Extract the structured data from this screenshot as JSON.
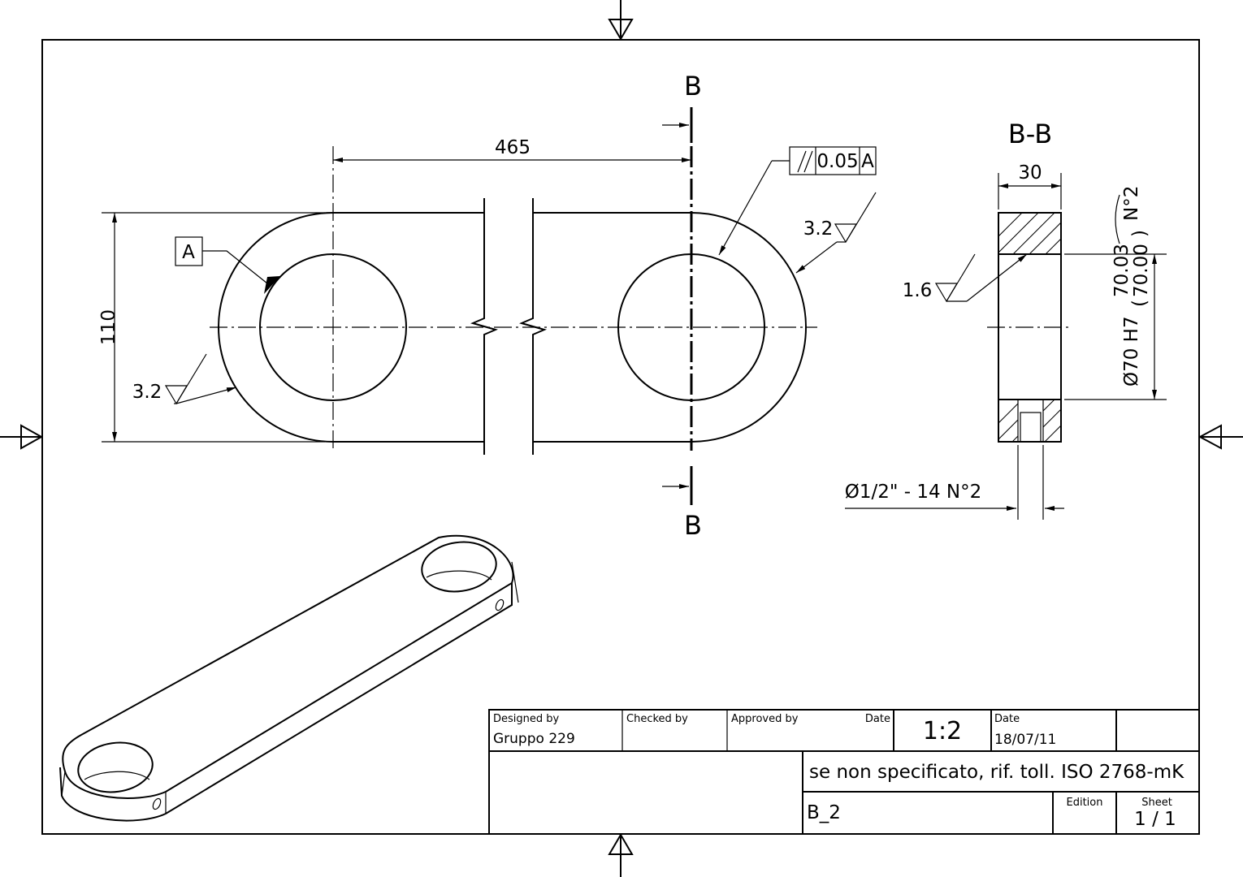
{
  "drawing": {
    "dim_length": "465",
    "dim_height": "110",
    "section_letter_top": "B",
    "section_letter_bottom": "B",
    "datum": "A",
    "tolerance_symbol": "//",
    "tolerance_value": "0.05",
    "tolerance_datum": "A",
    "roughness_outer_right": "3.2",
    "roughness_outer_left": "3.2",
    "section_title": "B-B",
    "dim_width": "30",
    "roughness_bore": "1.6",
    "bore_dim": "Ø70 H7",
    "bore_upper": "70.03",
    "bore_lower": "70.00",
    "bore_qty": "N°2",
    "thread_note": "Ø1/2\" - 14 N°2"
  },
  "title_block": {
    "designed_by_label": "Designed by",
    "designed_by_value": "Gruppo 229",
    "checked_by_label": "Checked by",
    "approved_by_label": "Approved by",
    "date_label_1": "Date",
    "scale": "1:2",
    "date_label_2": "Date",
    "date_value": "18/07/11",
    "tolerance_note": "se non specificato, rif. toll. ISO 2768-mK",
    "drawing_number": "B_2",
    "edition_label": "Edition",
    "sheet_label": "Sheet",
    "sheet_value": "1 / 1"
  }
}
